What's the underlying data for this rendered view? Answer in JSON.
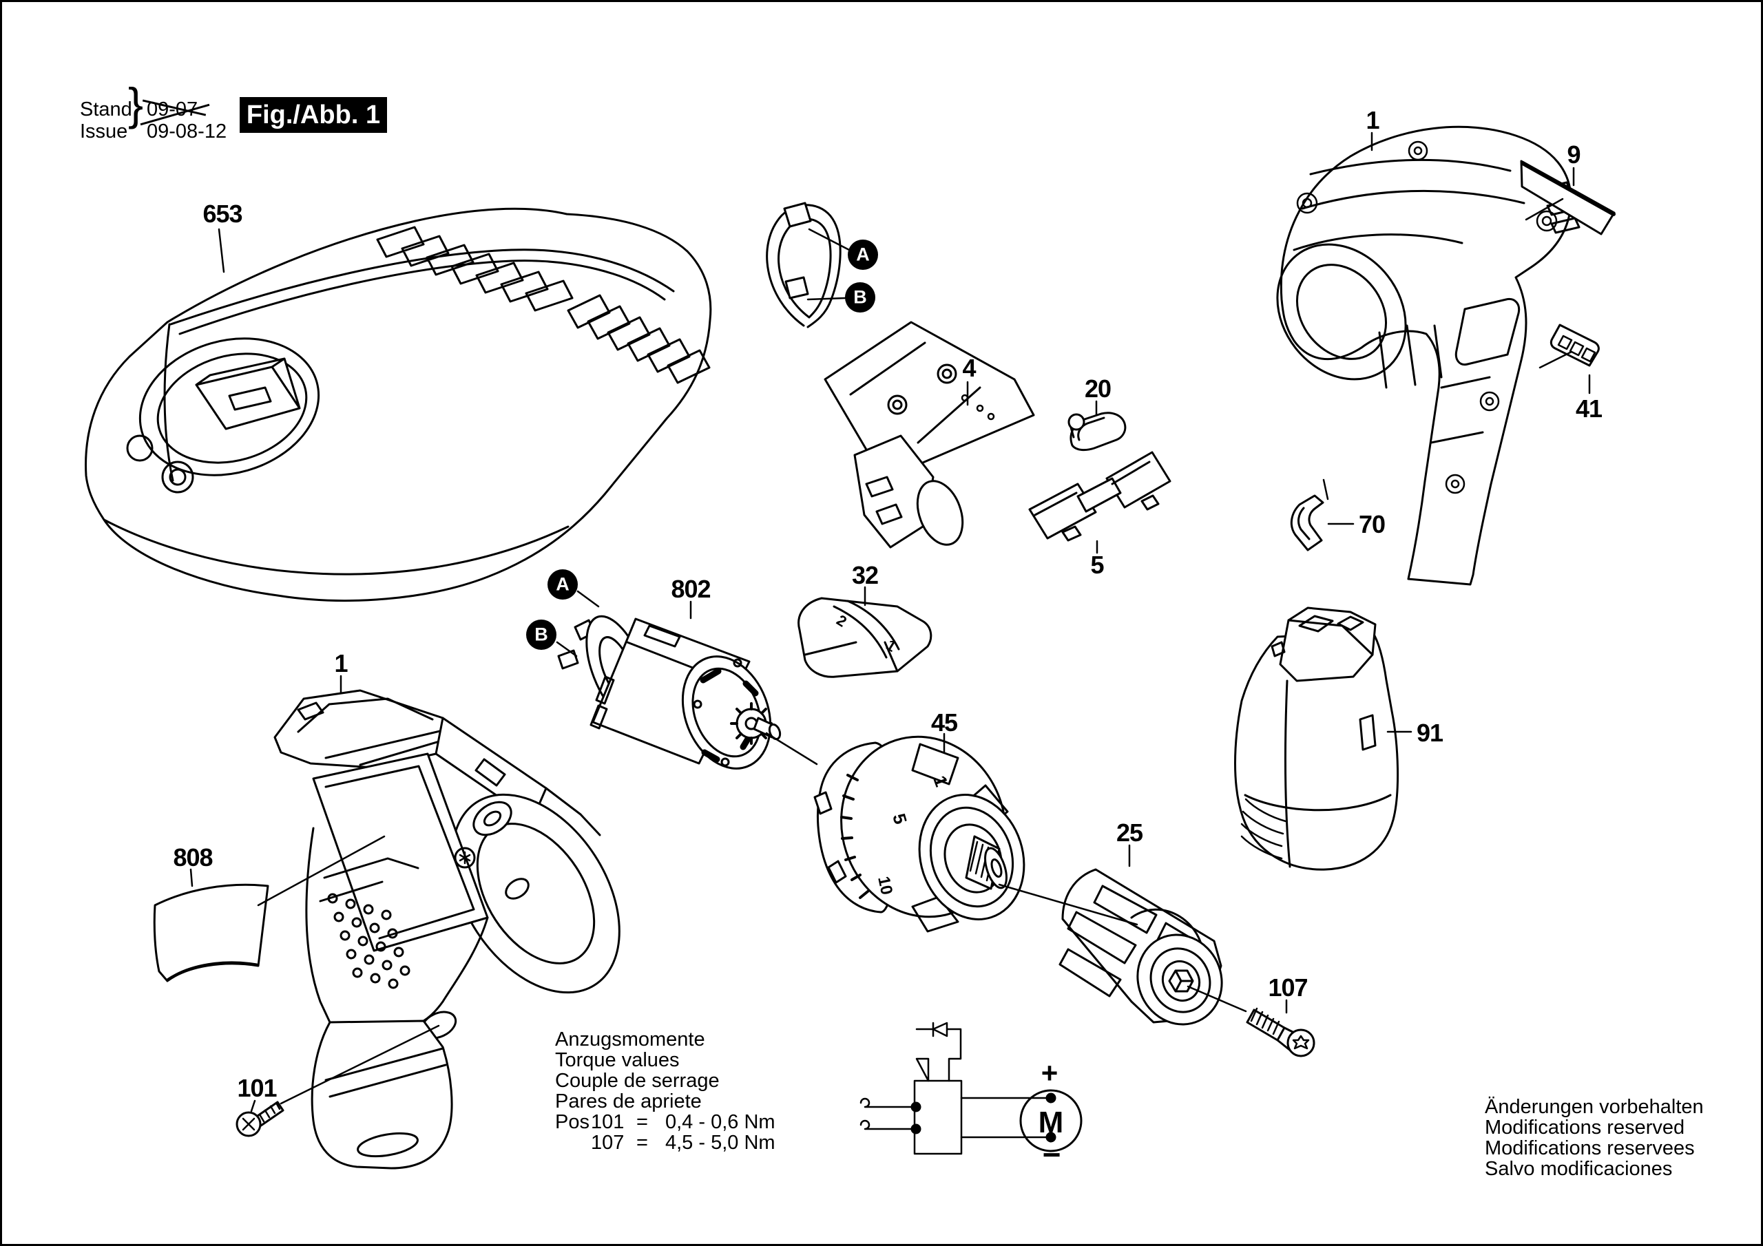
{
  "header": {
    "stand_label": "Stand",
    "issue_label": "Issue",
    "brace": "}",
    "stand_value": "09-07",
    "issue_value": "09-08-12",
    "figure_title": "Fig./Abb. 1"
  },
  "markers": {
    "a": "A",
    "b": "B"
  },
  "parts": {
    "charger": "653",
    "switch_assembly": "4",
    "spring_clip": "20",
    "direction_slider": "5",
    "housing_upper": "1",
    "nameplate": "9",
    "label_plate": "41",
    "hook": "70",
    "motor": "802",
    "gear_selector": "32",
    "gearbox": "45",
    "battery": "91",
    "chuck": "25",
    "chuck_screw": "107",
    "housing_lower": "1",
    "sticker": "808",
    "tapping_screw": "101"
  },
  "gear_selector_marks": {
    "high": "2",
    "low": "1"
  },
  "torque_ring_marks": [
    "1",
    "5",
    "10"
  ],
  "torque_table": {
    "title_lines": [
      "Anzugsmomente",
      "Torque values",
      "Couple de serrage",
      "Pares de apriete"
    ],
    "pos_label": "Pos",
    "rows": [
      {
        "pos": "101",
        "eq": "=",
        "value": "0,4 - 0,6 Nm"
      },
      {
        "pos": "107",
        "eq": "=",
        "value": "4,5 - 5,0 Nm"
      }
    ]
  },
  "circuit": {
    "motor": "M",
    "plus": "+",
    "minus": "−"
  },
  "notes": [
    "Änderungen vorbehalten",
    "Modifications reserved",
    "Modifications reservees",
    "Salvo modificaciones"
  ],
  "colors": {
    "ink": "#000000",
    "paper": "#ffffff"
  }
}
